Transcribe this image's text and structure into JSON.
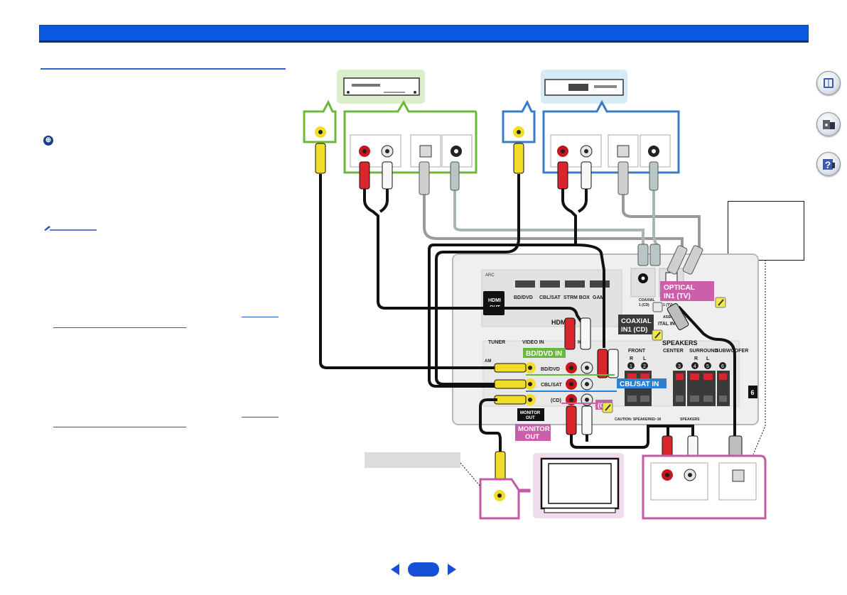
{
  "labels": {
    "bd_dvd_in": "BD/DVD IN",
    "cbl_sat_in": "CBL/SAT IN",
    "optical_in1_tv_l1": "OPTICAL",
    "optical_in1_tv_l2": "IN1 (TV)",
    "coaxial_in1_cd_l1": "COAXIAL",
    "coaxial_in1_cd_l2": "IN1 (CD)",
    "monitor_out_l1": "MONITOR",
    "monitor_out_l2": "OUT",
    "cd": "(CD)"
  },
  "receiver": {
    "hdmi_in": "HDMI IN",
    "hdmi_out_l1": "HDMI",
    "hdmi_out_l2": "OUT",
    "arc": "ARC",
    "hdmi_ports": [
      "BD/DVD",
      "CBL/SAT",
      "STRM BOX",
      "GAM"
    ],
    "tuner": "TUNER",
    "am": "AM",
    "video_in": "VIDEO IN",
    "audio_in_partial": "IO",
    "video_bd_dvd": "BD/DVD",
    "video_cbl_sat": "CBL/SAT",
    "audio_cd": "(CD)",
    "monitor_out_l1": "MONITOR",
    "monitor_out_l2": "OUT",
    "coaxial_l1": "COAXIAL",
    "coaxial_l2": "1 (CD)",
    "optical_l1": "OPTICAL",
    "optical_l2": "1 (TV)",
    "assignable": "ASSIGNABLE",
    "digital_in": "ITAL IN",
    "speakers": "SPEAKERS",
    "front": "FRONT",
    "center": "CENTER",
    "surround": "SURROUND",
    "subwoofer": "SUBWOOFER",
    "r": "R",
    "l": "L",
    "speaker_nums": [
      "1",
      "2",
      "3",
      "4",
      "5",
      "6"
    ],
    "impedance": "6Ω~16",
    "caution": "CAUTION: SPEAKER",
    "speakers_small": "SPEAKERS",
    "six": "6"
  },
  "colors": {
    "header_blue": "#0a57e0",
    "bd_green": "#6cb83b",
    "sat_blue": "#3a7cc4",
    "tv_pink": "#c25aa4",
    "label_green": "#67b93a",
    "label_blue": "#2d7fd1",
    "label_pink": "#cc5fac",
    "label_dark": "#3a3a3a",
    "note_yellow": "#f1e94a"
  },
  "icons": {
    "side": [
      "manual-book-icon",
      "receiver-device-icon",
      "help-question-icon"
    ],
    "nav": [
      "previous-page-icon",
      "next-page-icon"
    ],
    "note": [
      "pin-icon",
      "pencil-note-icon"
    ]
  }
}
